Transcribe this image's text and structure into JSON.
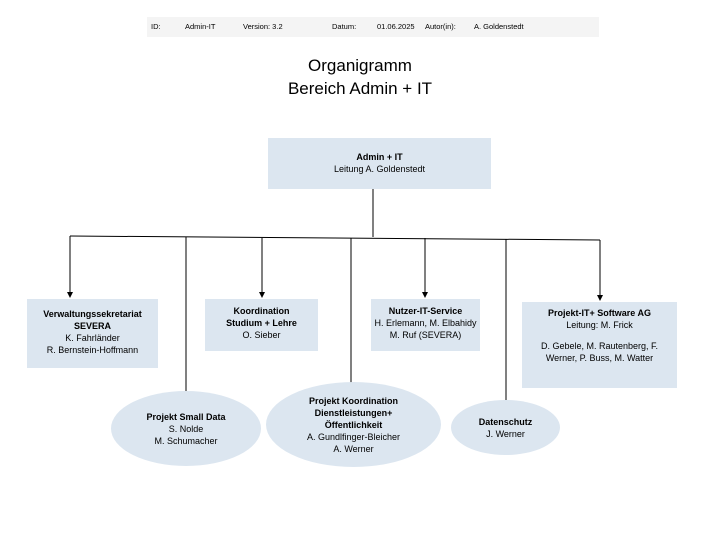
{
  "header": {
    "id_label": "ID:",
    "id_value": "Admin-IT",
    "version": "Version: 3.2",
    "date_label": "Datum:",
    "date_value": "01.06.2025",
    "author_label": "Autor(in):",
    "author_value": "A. Goldenstedt"
  },
  "title": {
    "line1": "Organigramm",
    "line2": "Bereich  Admin + IT"
  },
  "root": {
    "name": "Admin + IT",
    "lead": "Leitung A. Goldenstedt"
  },
  "units": {
    "verwaltung": {
      "name1": "Verwaltungssekretariat",
      "name2": "SEVERA",
      "p1": "K. Fahrländer",
      "p2": "R. Bernstein-Hoffmann"
    },
    "koordination": {
      "name1": "Koordination",
      "name2": "Studium + Lehre",
      "p1": "O. Sieber"
    },
    "nutzer": {
      "name": "Nutzer-IT-Service",
      "p1": "H. Erlemann, M. Elbahidy",
      "p2": "M. Ruf (SEVERA)"
    },
    "projekt_it": {
      "name": "Projekt-IT+ Software AG",
      "lead": "Leitung: M. Frick",
      "p1": "D. Gebele, M. Rautenberg, F.",
      "p2": "Werner, P. Buss, M. Watter"
    },
    "small_data": {
      "name": "Projekt Small Data",
      "p1": "S. Nolde",
      "p2": "M. Schumacher"
    },
    "projekt_koord": {
      "name1": "Projekt Koordination",
      "name2": "Dienstleistungen+",
      "name3": "Öffentlichkeit",
      "p1": "A. Gundlfinger-Bleicher",
      "p2": "A. Werner"
    },
    "datenschutz": {
      "name": "Datenschutz",
      "p1": "J. Werner"
    }
  },
  "colors": {
    "box_fill": "#dce6f0",
    "line": "#000000",
    "header_fill": "#f4f4f4"
  }
}
